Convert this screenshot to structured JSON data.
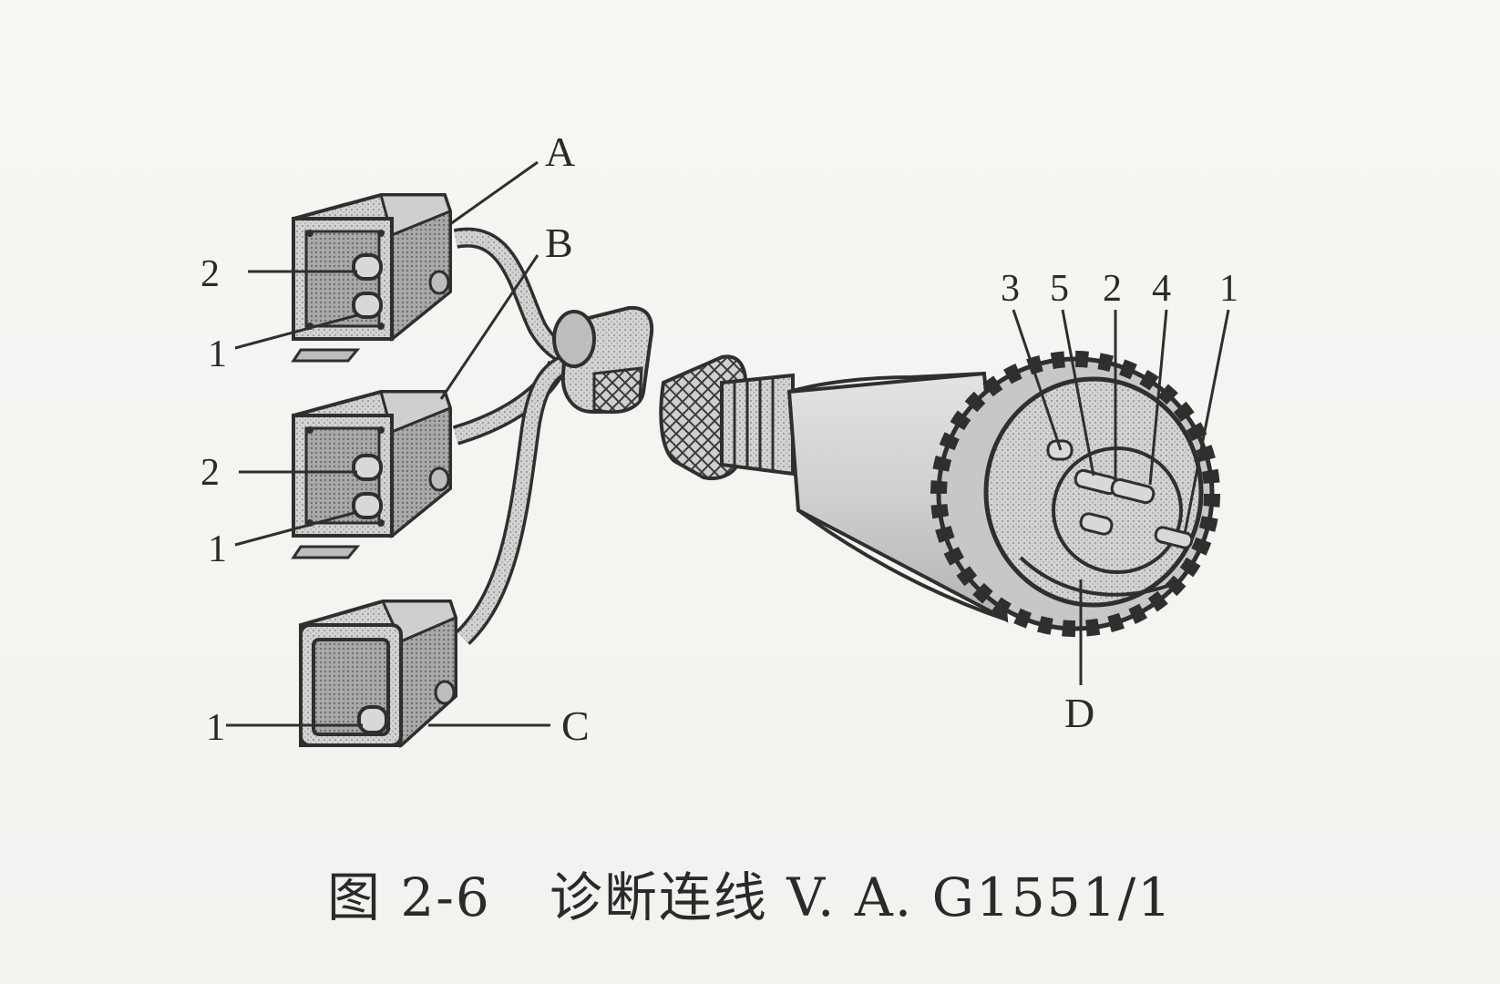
{
  "labels": {
    "A": "A",
    "B": "B",
    "C": "C",
    "D": "D",
    "connector_a_pins": [
      "2",
      "1"
    ],
    "connector_b_pins": [
      "2",
      "1"
    ],
    "connector_c_pins": [
      "1"
    ],
    "plug_pins": [
      "3",
      "5",
      "2",
      "4",
      "1"
    ]
  },
  "caption": {
    "figure_number": "图 2-6",
    "title": "诊断连线 V. A. G1551/1"
  },
  "colors": {
    "line": "#2f2f2f",
    "fill_light": "#d9d9d9",
    "fill_mid": "#bdbdbd",
    "fill_dark": "#8a8a8a"
  }
}
